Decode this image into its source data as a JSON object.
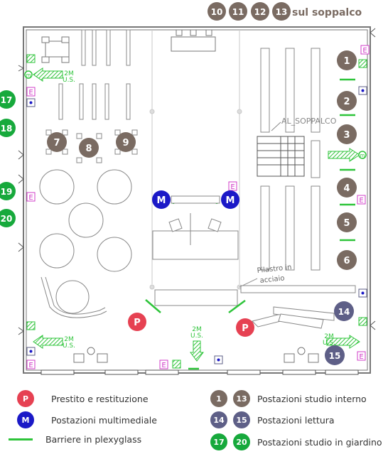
{
  "top_label": "sul soppalco",
  "mezzanine_label": "AL_SOPPALCO",
  "pillar_label_line1": "Pilastro in",
  "pillar_label_line2": "acciaio",
  "distance_line1": "2M",
  "distance_line2": "U.S.",
  "exit_letter": "E",
  "counter_letter": "P",
  "multimedia_letter": "M",
  "tm_letter": "m",
  "stations_upper": [
    "10",
    "11",
    "12",
    "13"
  ],
  "stations_right": [
    "1",
    "2",
    "3",
    "4",
    "5",
    "6"
  ],
  "stations_tables": [
    "7",
    "8",
    "9"
  ],
  "stations_left": [
    "17",
    "18",
    "19",
    "20"
  ],
  "stations_reading": [
    "14",
    "15"
  ],
  "legend": {
    "prestito": "Prestito e restituzione",
    "multimediali": "Postazioni multimediale",
    "barriere": "Barriere in plexyglass",
    "studio_interno": "Postazioni studio interno",
    "lettura": "Postazioni lettura",
    "giardino": "Postazioni studio in giardino",
    "studio_from": "1",
    "studio_to": "13",
    "lettura_from": "14",
    "lettura_to": "15",
    "giardino_from": "17",
    "giardino_to": "20"
  },
  "colors": {
    "station_brown": "#7a6b62",
    "reading_slate": "#5e5f87",
    "garden_green": "#17a93c",
    "counter_red": "#e64152",
    "multimedia_blue": "#1b19c7",
    "plexiglass_green": "#2ec43a",
    "exit_magenta": "#d23cc8",
    "wall_gray": "#777777"
  }
}
